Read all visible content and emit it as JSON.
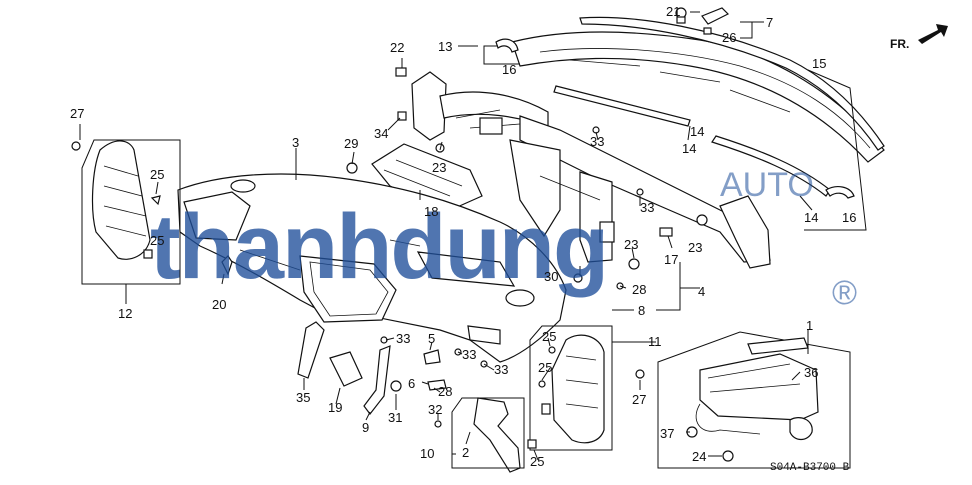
{
  "diagram": {
    "direction_label": "FR.",
    "drawing_code": "S04A-B3700 B",
    "watermark": {
      "text": "thanhdung",
      "sub": "AUTO",
      "mark": "®"
    },
    "labels": [
      {
        "id": "l1",
        "text": "1"
      },
      {
        "id": "l2",
        "text": "2"
      },
      {
        "id": "l3",
        "text": "3"
      },
      {
        "id": "l4",
        "text": "4"
      },
      {
        "id": "l5",
        "text": "5"
      },
      {
        "id": "l6",
        "text": "6"
      },
      {
        "id": "l7",
        "text": "7"
      },
      {
        "id": "l8",
        "text": "8"
      },
      {
        "id": "l9",
        "text": "9"
      },
      {
        "id": "l10",
        "text": "10"
      },
      {
        "id": "l11",
        "text": "11"
      },
      {
        "id": "l12",
        "text": "12"
      },
      {
        "id": "l13",
        "text": "13"
      },
      {
        "id": "l14a",
        "text": "14"
      },
      {
        "id": "l14b",
        "text": "14"
      },
      {
        "id": "l14c",
        "text": "14"
      },
      {
        "id": "l15",
        "text": "15"
      },
      {
        "id": "l16a",
        "text": "16"
      },
      {
        "id": "l16b",
        "text": "16"
      },
      {
        "id": "l17",
        "text": "17"
      },
      {
        "id": "l18",
        "text": "18"
      },
      {
        "id": "l19",
        "text": "19"
      },
      {
        "id": "l20",
        "text": "20"
      },
      {
        "id": "l21",
        "text": "21"
      },
      {
        "id": "l22",
        "text": "22"
      },
      {
        "id": "l23a",
        "text": "23"
      },
      {
        "id": "l23b",
        "text": "23"
      },
      {
        "id": "l23c",
        "text": "23"
      },
      {
        "id": "l24",
        "text": "24"
      },
      {
        "id": "l25a",
        "text": "25"
      },
      {
        "id": "l25b",
        "text": "25"
      },
      {
        "id": "l25c",
        "text": "25"
      },
      {
        "id": "l25d",
        "text": "25"
      },
      {
        "id": "l25e",
        "text": "25"
      },
      {
        "id": "l26",
        "text": "26"
      },
      {
        "id": "l27a",
        "text": "27"
      },
      {
        "id": "l27b",
        "text": "27"
      },
      {
        "id": "l28a",
        "text": "28"
      },
      {
        "id": "l28b",
        "text": "28"
      },
      {
        "id": "l29",
        "text": "29"
      },
      {
        "id": "l30",
        "text": "30"
      },
      {
        "id": "l31",
        "text": "31"
      },
      {
        "id": "l32",
        "text": "32"
      },
      {
        "id": "l33a",
        "text": "33"
      },
      {
        "id": "l33b",
        "text": "33"
      },
      {
        "id": "l33c",
        "text": "33"
      },
      {
        "id": "l33d",
        "text": "33"
      },
      {
        "id": "l33e",
        "text": "33"
      },
      {
        "id": "l34",
        "text": "34"
      },
      {
        "id": "l35",
        "text": "35"
      },
      {
        "id": "l36",
        "text": "36"
      },
      {
        "id": "l37",
        "text": "37"
      }
    ]
  }
}
